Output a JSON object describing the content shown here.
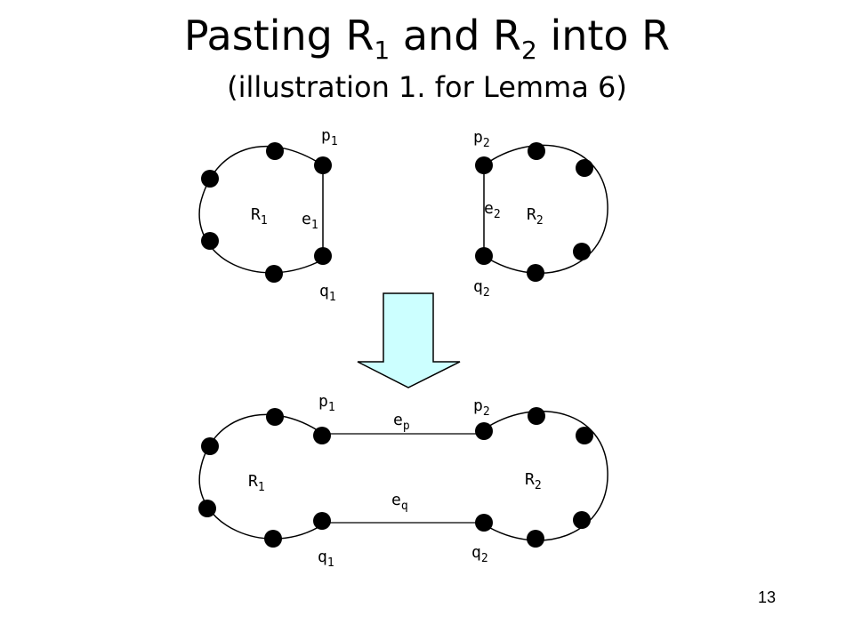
{
  "title": {
    "text": "Pasting R",
    "sub1": "1",
    "mid": " and R",
    "sub2": "2",
    "end": " into R"
  },
  "subtitle": "(illustration 1. for Lemma 6)",
  "page_number": "13",
  "labels": {
    "p1": {
      "main": "p",
      "sub": "1"
    },
    "p2": {
      "main": "p",
      "sub": "2"
    },
    "q1": {
      "main": "q",
      "sub": "1"
    },
    "q2": {
      "main": "q",
      "sub": "2"
    },
    "r1": {
      "main": "R",
      "sub": "1"
    },
    "r2": {
      "main": "R",
      "sub": "2"
    },
    "e1": {
      "main": "e",
      "sub": "1"
    },
    "e2": {
      "main": "e",
      "sub": "2"
    },
    "ep": {
      "main": "e",
      "sub": "p"
    },
    "eq": {
      "main": "e",
      "sub": "q"
    }
  },
  "colors": {
    "arrow_fill": "#ccffff",
    "stroke": "#000000"
  }
}
